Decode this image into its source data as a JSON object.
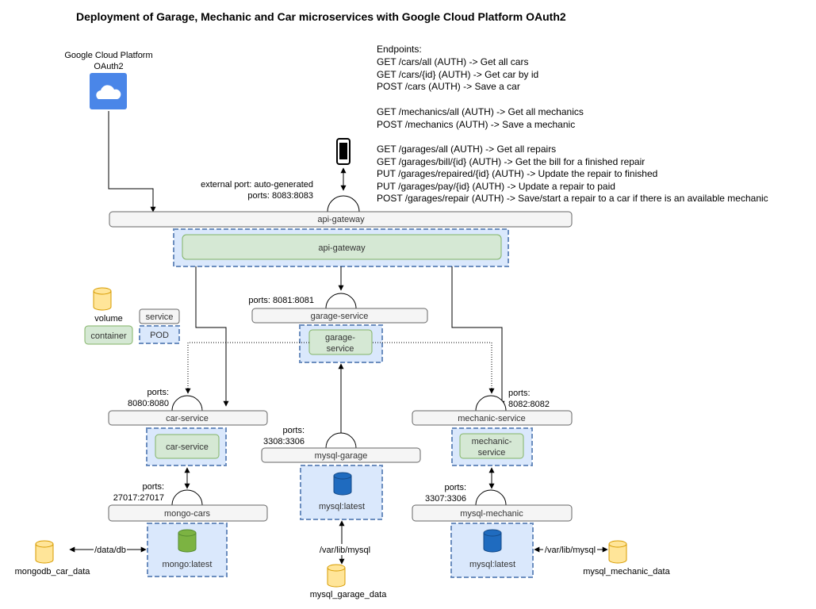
{
  "title": "Deployment of Garage, Mechanic and Car microservices with Google Cloud Platform OAuth2",
  "gcp": {
    "line1": "Google Cloud Platform",
    "line2": "OAuth2",
    "color": "#4a86e8"
  },
  "endpoints": {
    "heading": "Endpoints:",
    "lines": [
      "GET /cars/all (AUTH)  -> Get all cars",
      "GET /cars/{id} (AUTH)  -> Get car by id",
      "POST /cars (AUTH) -> Save a car",
      "",
      "GET /mechanics/all (AUTH) -> Get all mechanics",
      "POST /mechanics (AUTH) -> Save a mechanic",
      "",
      "GET /garages/all (AUTH) -> Get all repairs",
      "GET /garages/bill/{id} (AUTH) -> Get the bill for a finished repair",
      "PUT /garages/repaired/{id} (AUTH) -> Update the repair to finished",
      "PUT /garages/pay/{id} (AUTH) -> Update a repair to paid",
      "POST /garages/repair (AUTH) -> Save/start a repair to a car if there is an available mechanic"
    ]
  },
  "legend": {
    "volume": "volume",
    "container": "container",
    "service": "service",
    "pod": "POD"
  },
  "api_gateway": {
    "service": "api-gateway",
    "container": "api-gateway",
    "port_line1": "external port: auto-generated",
    "port_line2": "ports: 8083:8083"
  },
  "garage": {
    "service": "garage-service",
    "container_line1": "garage-",
    "container_line2": "service",
    "ports": "ports: 8081:8081"
  },
  "car": {
    "service": "car-service",
    "container": "car-service",
    "ports_line1": "ports:",
    "ports_line2": "8080:8080"
  },
  "mechanic": {
    "service": "mechanic-service",
    "container_line1": "mechanic-",
    "container_line2": "service",
    "ports_line1": "ports:",
    "ports_line2": "8082:8082"
  },
  "mysql_garage": {
    "service": "mysql-garage",
    "image": "mysql:latest",
    "ports_line1": "ports:",
    "ports_line2": "3308:3306",
    "mount": "/var/lib/mysql",
    "volume": "mysql_garage_data"
  },
  "mongo_cars": {
    "service": "mongo-cars",
    "image": "mongo:latest",
    "ports_line1": "ports:",
    "ports_line2": "27017:27017",
    "mount": "/data/db",
    "volume": "mongodb_car_data"
  },
  "mysql_mechanic": {
    "service": "mysql-mechanic",
    "image": "mysql:latest",
    "ports_line1": "ports:",
    "ports_line2": "3307:3306",
    "mount": "/var/lib/mysql",
    "volume": "mysql_mechanic_data"
  },
  "colors": {
    "mysql": "#1f6bbf",
    "mongo": "#7cb342",
    "volume": "#ffe599",
    "volume_stroke": "#d79b00"
  }
}
